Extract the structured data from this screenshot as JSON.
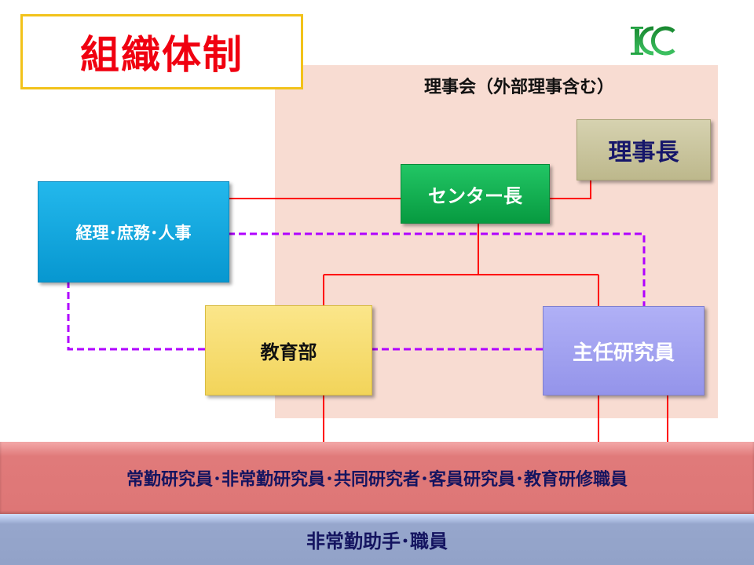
{
  "title": "組織体制",
  "logo": {
    "text": "ICC",
    "color": "#1a9a3a"
  },
  "board": {
    "label": "理事会（外部理事含む）"
  },
  "boxes": {
    "chairman": "理事長",
    "director": "センター長",
    "admin": "経理･庶務･人事",
    "education": "教育部",
    "researcher": "主任研究員"
  },
  "bars": {
    "staff": "常勤研究員･非常勤研究員･共同研究者･客員研究員･教育研修職員",
    "assistants": "非常勤助手･職員"
  },
  "colors": {
    "line": "#ff0000",
    "dashed_line": "#b000ff"
  }
}
